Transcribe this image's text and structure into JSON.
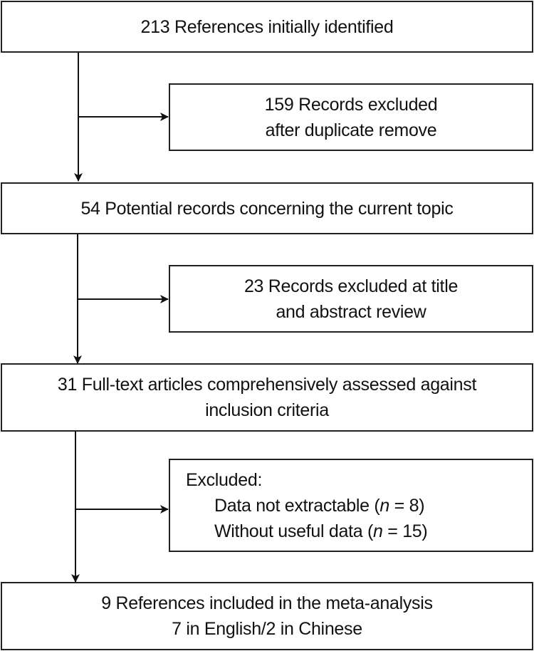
{
  "flowchart": {
    "steps": [
      {
        "lines": [
          "213 References initially identified"
        ]
      },
      {
        "lines": [
          "54 Potential records concerning the current topic"
        ]
      },
      {
        "lines": [
          "31 Full-text articles comprehensively assessed against",
          "inclusion criteria"
        ]
      },
      {
        "lines": [
          "9 References included in the meta-analysis",
          "7 in English/2 in Chinese"
        ]
      }
    ],
    "exclusions": [
      {
        "lines": [
          "159 Records excluded",
          "after duplicate remove"
        ]
      },
      {
        "lines": [
          "23 Records excluded at title",
          "and abstract review"
        ]
      },
      {
        "heading": "Excluded:",
        "items": [
          {
            "label": "Data not extractable (",
            "n_symbol": "n",
            "value": " = 8)"
          },
          {
            "label": "Without useful data (",
            "n_symbol": "n",
            "value": " = 15)"
          }
        ]
      }
    ]
  }
}
